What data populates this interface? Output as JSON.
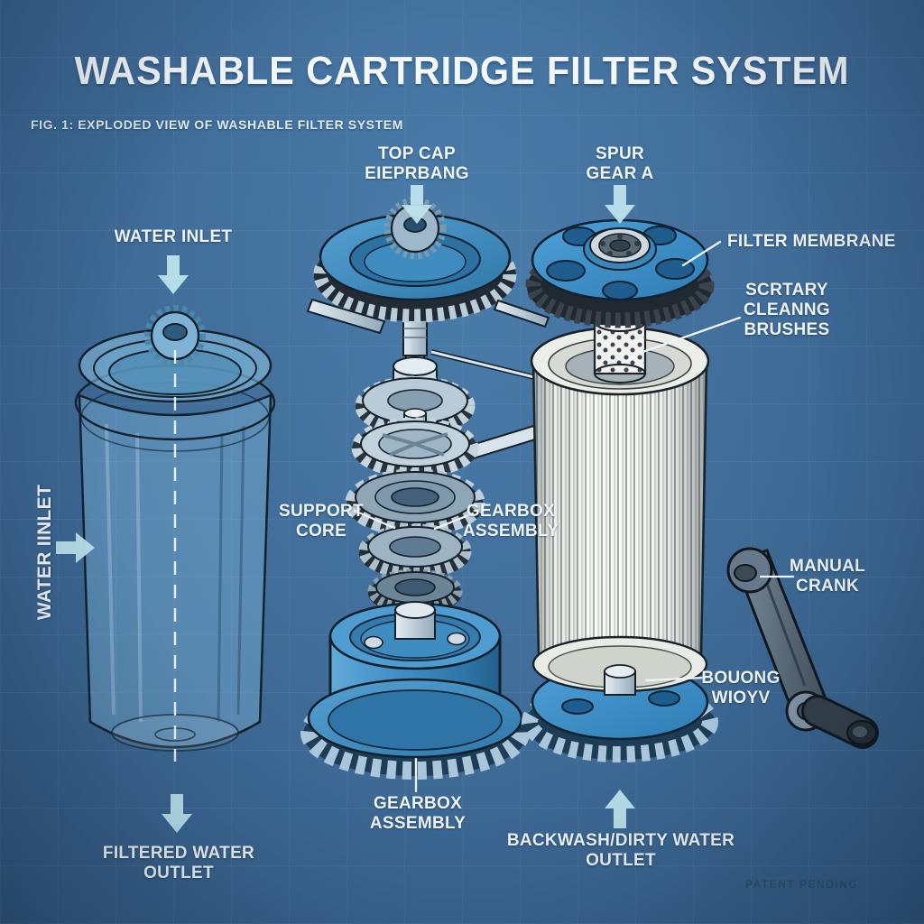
{
  "title": "WASHABLE CARTRIDGE FILTER SYSTEM",
  "figure_caption": "FIG. 1: EXPLODED VIEW OF WASHABLE FILTER SYSTEM",
  "labels": {
    "top_cap": "TOP CAP\nEIEPRBANG",
    "spur_gear_a": "SPUR\nGEAR A",
    "water_inlet": "WATER INLET",
    "filter_membrane": "FILTER MEMBRANE",
    "rotary_cleaning_brushes": "SCRTARY CLEANNG\nBRUSHES",
    "support_core": "SUPPORT\nCORE",
    "gearbox_assembly": "GEARBOX\nASSEMBLY",
    "manual_crank": "MANUAL\nCRANK",
    "bottom_housing": "BOUONG\nWIOYV",
    "water_inlet_side": "WATER IINLET",
    "gearbox_assembly_bottom": "GEARBOX\nASSEMBLY",
    "filtered_water_outlet": "FILTERED WATER\nOUTLET",
    "backwash_outlet": "BACKWASH/DIRTY WATER\nOUTLET",
    "patent_note": "PATENT PENDING"
  },
  "colors": {
    "background_blue": "#41719c",
    "grid_line": "rgba(255,255,255,0.06)",
    "label_text": "#eef4f8",
    "arrow_cyan": "#bde3ee",
    "part_blue": "#3e8ec8",
    "part_blue_dark": "#2a6b9c",
    "steel_gray": "#c6d4de",
    "filter_white": "#eeefec",
    "outline_ink": "#15222d",
    "crank_gray": "#5d6e7b",
    "patent_text": "#2c4c68"
  }
}
